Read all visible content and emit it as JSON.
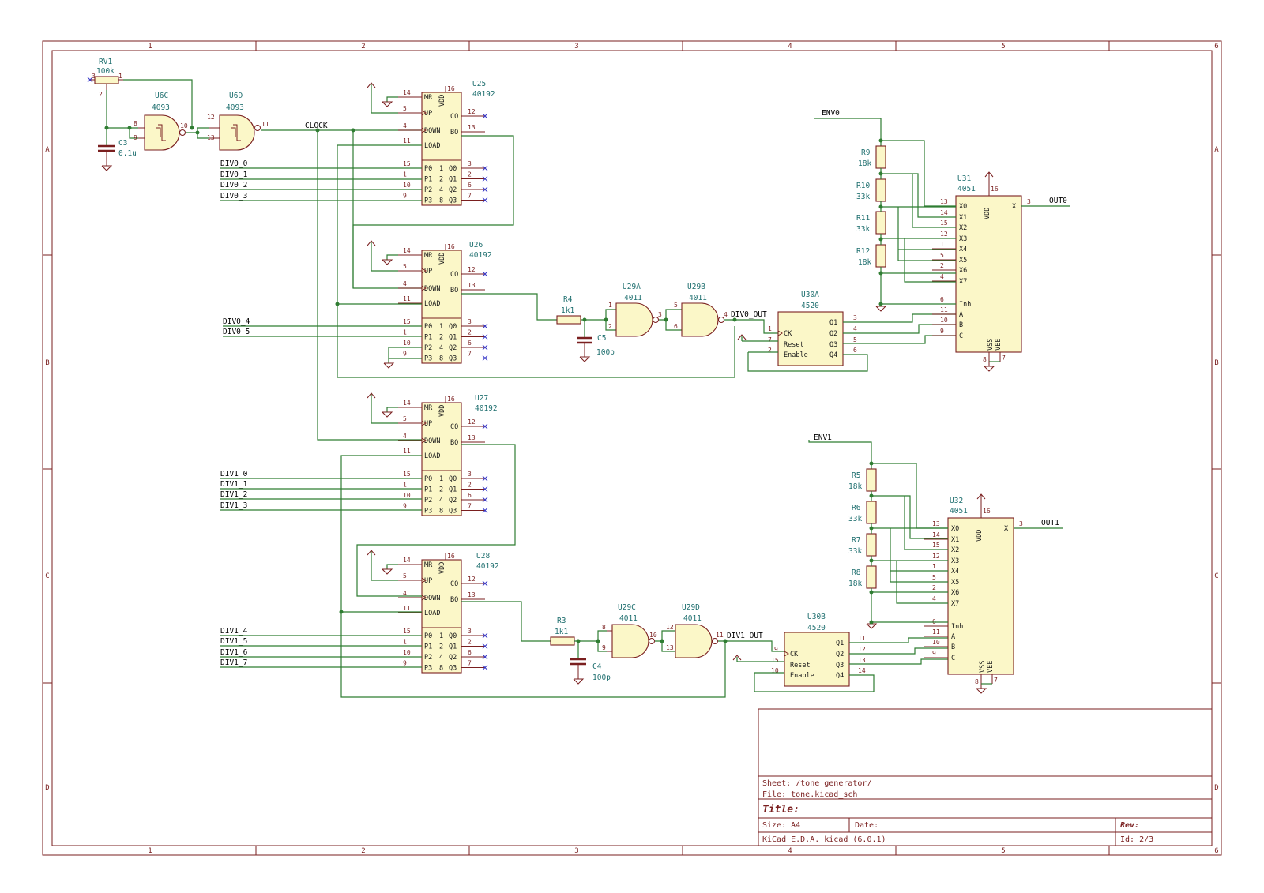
{
  "frame": {
    "columns": [
      "1",
      "2",
      "3",
      "4",
      "5",
      "6"
    ],
    "rows": [
      "A",
      "B",
      "C",
      "D"
    ]
  },
  "components": {
    "rv1": {
      "ref": "RV1",
      "value": "100k"
    },
    "c3": {
      "ref": "C3",
      "value": "0.1u"
    },
    "u6c": {
      "ref": "U6C",
      "value": "4093"
    },
    "u6d": {
      "ref": "U6D",
      "value": "4093"
    },
    "u25": {
      "ref": "U25",
      "value": "40192"
    },
    "u26": {
      "ref": "U26",
      "value": "40192"
    },
    "u27": {
      "ref": "U27",
      "value": "40192"
    },
    "u28": {
      "ref": "U28",
      "value": "40192"
    },
    "r4": {
      "ref": "R4",
      "value": "1k1"
    },
    "r3": {
      "ref": "R3",
      "value": "1k1"
    },
    "c5": {
      "ref": "C5",
      "value": "100p"
    },
    "c4": {
      "ref": "C4",
      "value": "100p"
    },
    "u29a": {
      "ref": "U29A",
      "value": "4011"
    },
    "u29b": {
      "ref": "U29B",
      "value": "4011"
    },
    "u29c": {
      "ref": "U29C",
      "value": "4011"
    },
    "u29d": {
      "ref": "U29D",
      "value": "4011"
    },
    "u30a": {
      "ref": "U30A",
      "value": "4520"
    },
    "u30b": {
      "ref": "U30B",
      "value": "4520"
    },
    "u31": {
      "ref": "U31",
      "value": "4051"
    },
    "u32": {
      "ref": "U32",
      "value": "4051"
    },
    "r9": {
      "ref": "R9",
      "value": "18k"
    },
    "r10": {
      "ref": "R10",
      "value": "33k"
    },
    "r11": {
      "ref": "R11",
      "value": "33k"
    },
    "r12": {
      "ref": "R12",
      "value": "18k"
    },
    "r5": {
      "ref": "R5",
      "value": "18k"
    },
    "r6": {
      "ref": "R6",
      "value": "33k"
    },
    "r7": {
      "ref": "R7",
      "value": "33k"
    },
    "r8": {
      "ref": "R8",
      "value": "18k"
    }
  },
  "counter_pins": {
    "left": [
      "MR",
      "UP",
      "DOWN",
      "LOAD",
      "P0",
      "P1",
      "P2",
      "P3"
    ],
    "right": [
      "CO",
      "BO",
      "Q0",
      "Q1",
      "Q2",
      "Q3"
    ],
    "weights": [
      "1",
      "2",
      "4",
      "8"
    ],
    "vdd": "VDD"
  },
  "counter_pin_numbers": {
    "mr": "14",
    "up": "5",
    "down": "4",
    "load": "11",
    "p": [
      "15",
      "1",
      "10",
      "9"
    ],
    "co": "12",
    "bo": "13",
    "q": [
      "3",
      "2",
      "6",
      "7"
    ],
    "vdd": "16"
  },
  "nets": {
    "clock": "CLOCK",
    "div0": [
      "DIV0_0",
      "DIV0_1",
      "DIV0_2",
      "DIV0_3",
      "DIV0_4",
      "DIV0_5"
    ],
    "div1": [
      "DIV1_0",
      "DIV1_1",
      "DIV1_2",
      "DIV1_3",
      "DIV1_4",
      "DIV1_5",
      "DIV1_6",
      "DIV1_7"
    ],
    "div0_out": "DIV0_OUT",
    "div1_out": "DIV1_OUT",
    "env0": "ENV0",
    "env1": "ENV1",
    "out0": "OUT0",
    "out1": "OUT1"
  },
  "counter4520_pins": {
    "left": [
      "CK",
      "Reset",
      "Enable"
    ],
    "right": [
      "Q1",
      "Q2",
      "Q3",
      "Q4"
    ],
    "a_nums": {
      "ck": "1",
      "reset": "7",
      "enable": "2",
      "q": [
        "3",
        "4",
        "5",
        "6"
      ]
    },
    "b_nums": {
      "ck": "9",
      "reset": "15",
      "enable": "10",
      "q": [
        "11",
        "12",
        "13",
        "14"
      ]
    }
  },
  "mux_pins": {
    "inputs": [
      "X0",
      "X1",
      "X2",
      "X3",
      "X4",
      "X5",
      "X6",
      "X7"
    ],
    "input_nums": [
      "13",
      "14",
      "15",
      "12",
      "1",
      "5",
      "2",
      "4"
    ],
    "controls": [
      "Inh",
      "A",
      "B",
      "C"
    ],
    "control_nums": [
      "6",
      "11",
      "10",
      "9"
    ],
    "vdd": "VDD",
    "vdd_num": "16",
    "out": "X",
    "out_num": "3",
    "vss": "VSS",
    "vee": "VEE",
    "vss_num": "8",
    "vee_num": "7"
  },
  "gate_pins": {
    "u6c": {
      "in": [
        "8",
        "9"
      ],
      "out": "10"
    },
    "u6d": {
      "in": [
        "12",
        "13"
      ],
      "out": "11"
    },
    "u29a": {
      "in": [
        "1",
        "2"
      ],
      "out": "3"
    },
    "u29b": {
      "in": [
        "5",
        "6"
      ],
      "out": "4"
    },
    "u29c": {
      "in": [
        "8",
        "9"
      ],
      "out": "10"
    },
    "u29d": {
      "in": [
        "12",
        "13"
      ],
      "out": "11"
    },
    "rv1": {
      "pins": [
        "3",
        "2",
        "1"
      ]
    }
  },
  "title_block": {
    "sheet": "Sheet: /tone generator/",
    "file": "File: tone.kicad_sch",
    "title": "Title:",
    "size": "Size: A4",
    "date": "Date:",
    "rev": "Rev:",
    "tool": "KiCad E.D.A.  kicad (6.0.1)",
    "id": "Id: 2/3"
  }
}
